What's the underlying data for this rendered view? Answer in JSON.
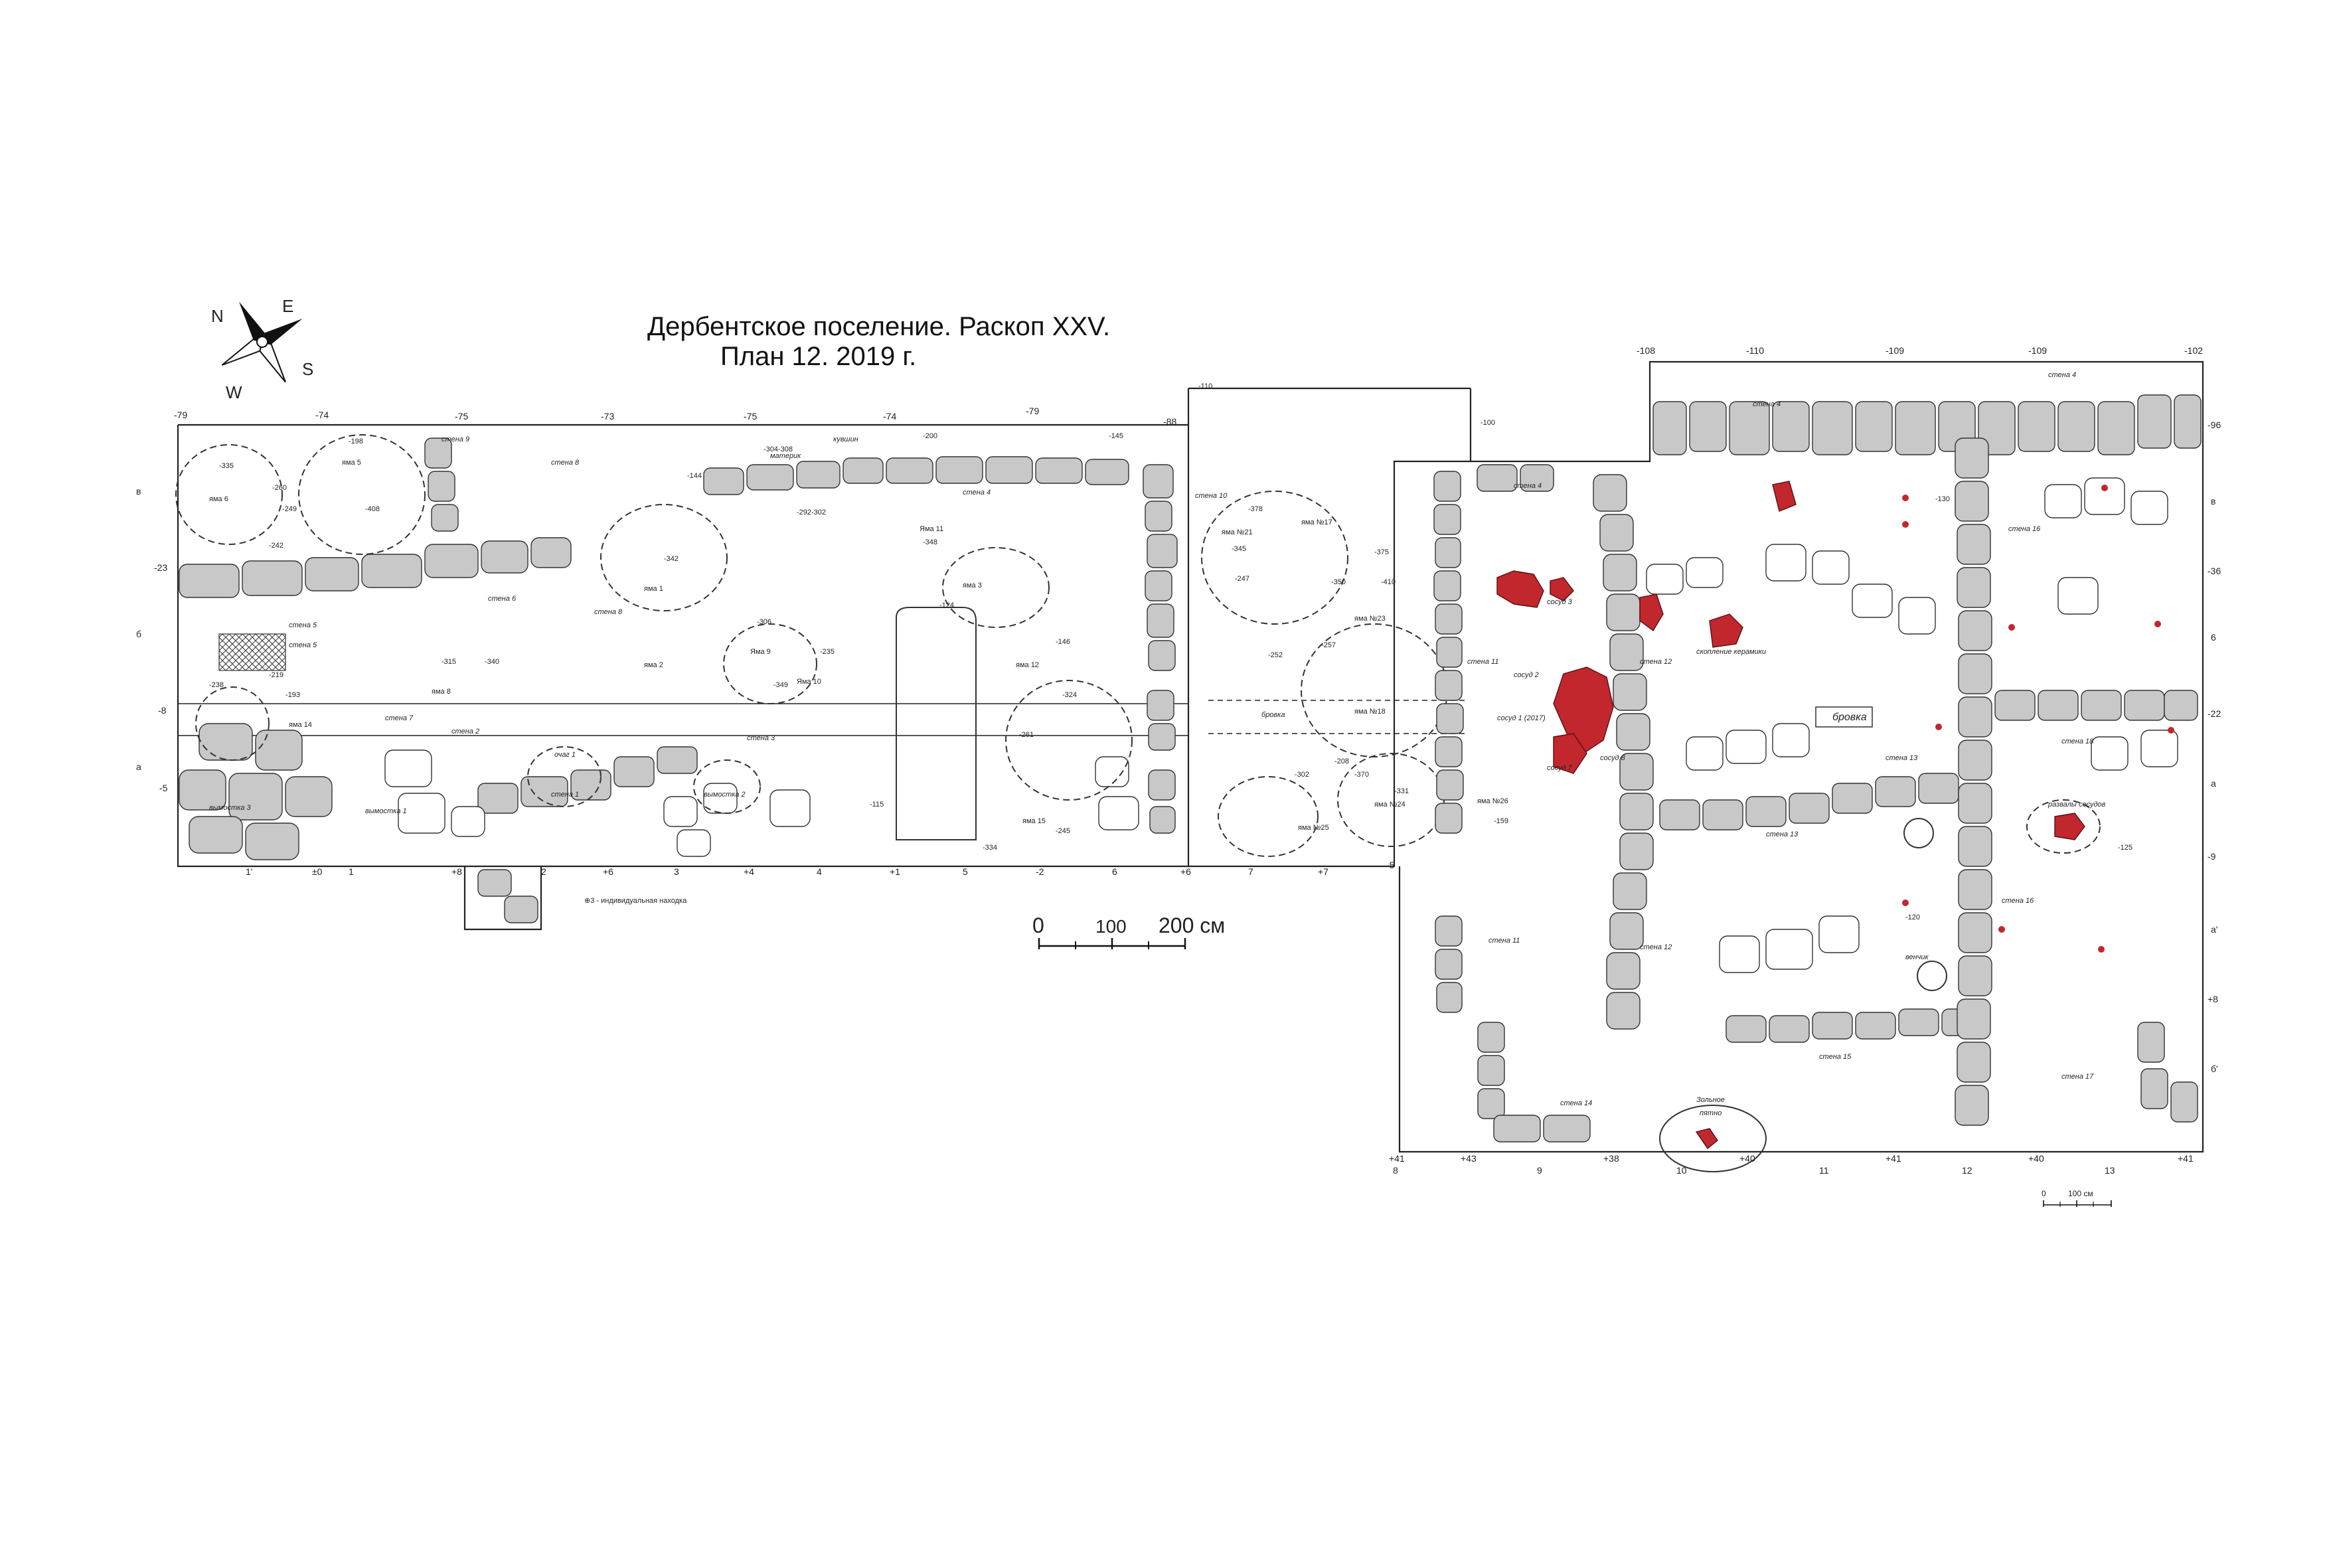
{
  "title": {
    "line1": "Дербентское поселение. Раскоп XXV.",
    "line2": "План 12. 2019 г."
  },
  "compass": {
    "n": "N",
    "e": "E",
    "s": "S",
    "w": "W"
  },
  "scale_main": {
    "zero": "0",
    "mid": "100",
    "end": "200 см"
  },
  "scale_small": {
    "zero": "0",
    "end": "100 см"
  },
  "legend_find": "⊕3 - индивидуальная находка",
  "top_elevations_left": [
    "-79",
    "-74",
    "-75",
    "-73",
    "-75",
    "-74",
    "-79",
    "-88"
  ],
  "top_elevations_right": [
    "-108",
    "-110",
    "-109",
    "-109",
    "-102"
  ],
  "bottom_grid_left": [
    "1'",
    "±0",
    "1",
    "+8",
    "2",
    "+6",
    "3",
    "+4",
    "4",
    "+1",
    "5",
    "-2",
    "6",
    "+6",
    "7",
    "+7",
    "-5"
  ],
  "bottom_grid_right": [
    "+41",
    "8",
    "+43",
    "9",
    "+38",
    "10",
    "+40",
    "11",
    "+41",
    "12",
    "+40",
    "13",
    "+41"
  ],
  "left_rows": [
    "в",
    "-23",
    "б",
    "-8",
    "а",
    "-5"
  ],
  "right_rows": [
    "-96",
    "в",
    "-36",
    "6",
    "-22",
    "а",
    "-9",
    "а'",
    "+8",
    "б'"
  ],
  "walls": {
    "w4a": "стена 4",
    "w4b": "стена 4",
    "w4c": "стена 4",
    "w4d": "стена 4",
    "w5": "стена 5",
    "w6": "стена 6",
    "w7": "стена 7",
    "w8": "стена 8",
    "w9": "стена 9",
    "w10": "стена 10",
    "w11": "стена 11",
    "w12": "стена 12",
    "w13": "стена 13",
    "w14": "стена 14",
    "w15": "стена 15",
    "w16": "стена 16",
    "w17": "стена 17",
    "w18": "стена 18",
    "w2": "стена 2",
    "w3": "стена 3",
    "w1": "стена 1"
  },
  "pits": {
    "p1": "яма 1",
    "p2": "яма 2",
    "p3": "яма 3",
    "p5": "яма 5",
    "p6": "яма 6",
    "p8": "яма 8",
    "p9": "Яма 9",
    "p10": "Яма 10",
    "p11": "Яма 11",
    "p12": "яма 12",
    "p14": "яма 14",
    "p15": "яма 15",
    "n17": "яма №17",
    "n18": "яма №18",
    "n21": "яма №21",
    "n23": "яма №23",
    "n24": "яма №24",
    "n25": "яма №25",
    "n26": "яма №26"
  },
  "features": {
    "ochag": "очаг 1",
    "vymostka1": "вымостка 1",
    "vymostka2": "вымостка 2",
    "vymostka3": "вымостка 3",
    "brovka1": "бровка",
    "brovka2": "бровка",
    "kuvshin": "кувшин",
    "materik": "материк",
    "zolnoe1": "Зольное",
    "zolnoe2": "пятно",
    "sosud1": "сосуд 1 (2017)",
    "sosud7": "сосуд 7",
    "sosud8": "сосуд 8",
    "sosud2": "сосуд 2",
    "sosud3": "сосуд 3",
    "skoplenie": "скопление керамики",
    "razvaly": "развалы сосудов",
    "venchik": "венчик"
  },
  "depths": [
    "-335",
    "-260",
    "-249",
    "-242",
    "-198",
    "-408",
    "-342",
    "-144",
    "-304-308",
    "-200",
    "-145",
    "-292-302",
    "-348",
    "-124",
    "-146",
    "-324",
    "-261",
    "-306",
    "-349",
    "-235",
    "-315",
    "-340",
    "-193",
    "-238",
    "-219",
    "-115",
    "-245",
    "-334",
    "-378",
    "-345",
    "-247",
    "-375",
    "-410",
    "-350",
    "-252",
    "-257",
    "-208",
    "-302",
    "-370",
    "-331",
    "-110",
    "-159",
    "-130",
    "-120",
    "-125",
    "-100"
  ],
  "colors": {
    "stone": "#c8c8c8",
    "ceramic": "#c1272d",
    "line": "#222222"
  }
}
